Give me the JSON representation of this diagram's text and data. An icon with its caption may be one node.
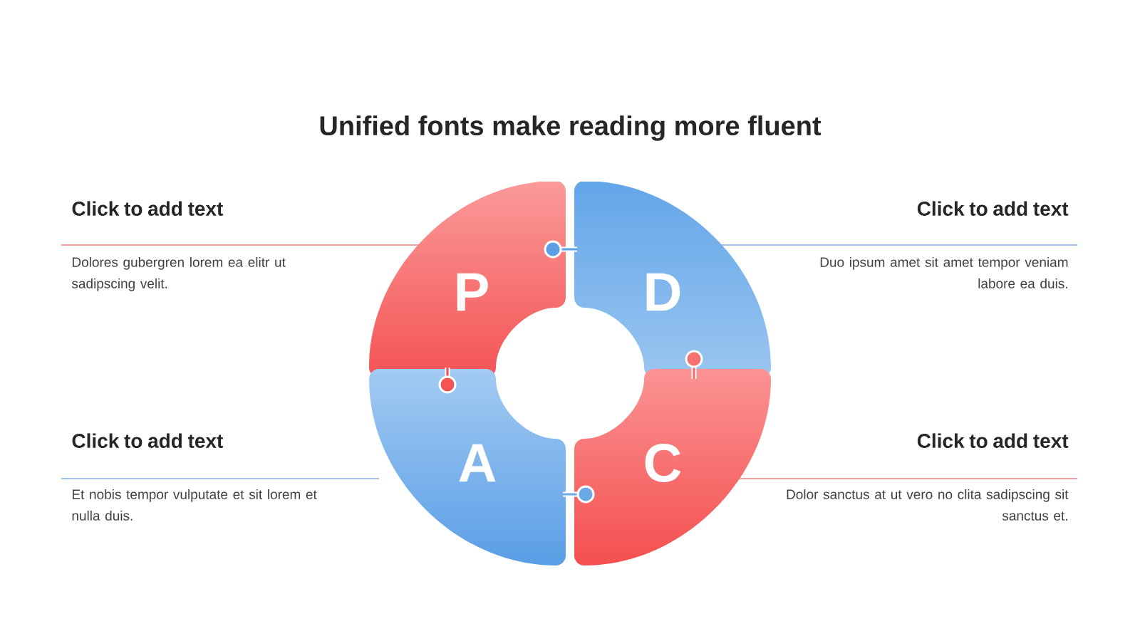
{
  "diagram": {
    "title": "Unified fonts make reading more fluent",
    "nodes": [
      {
        "text": [
          "Click to add text",
          "Dolores gubergren lorem ea elitr ut sadipscing velit."
        ]
      },
      {
        "text": [
          "Click to add text",
          "Duo ipsum amet sit amet tempor veniam labore ea duis."
        ]
      },
      {
        "text": [
          "P"
        ]
      },
      {
        "text": [
          "D"
        ]
      },
      {
        "text": [
          "A"
        ]
      },
      {
        "text": [
          "C"
        ]
      },
      {
        "text": [
          "Click to add text",
          "Et nobis tempor vulputate et sit lorem et nulla duis."
        ]
      },
      {
        "text": [
          "Click to add text",
          "Dolor sanctus at ut vero no clita sadipscing sit sanctus et."
        ]
      }
    ],
    "edges": []
  }
}
